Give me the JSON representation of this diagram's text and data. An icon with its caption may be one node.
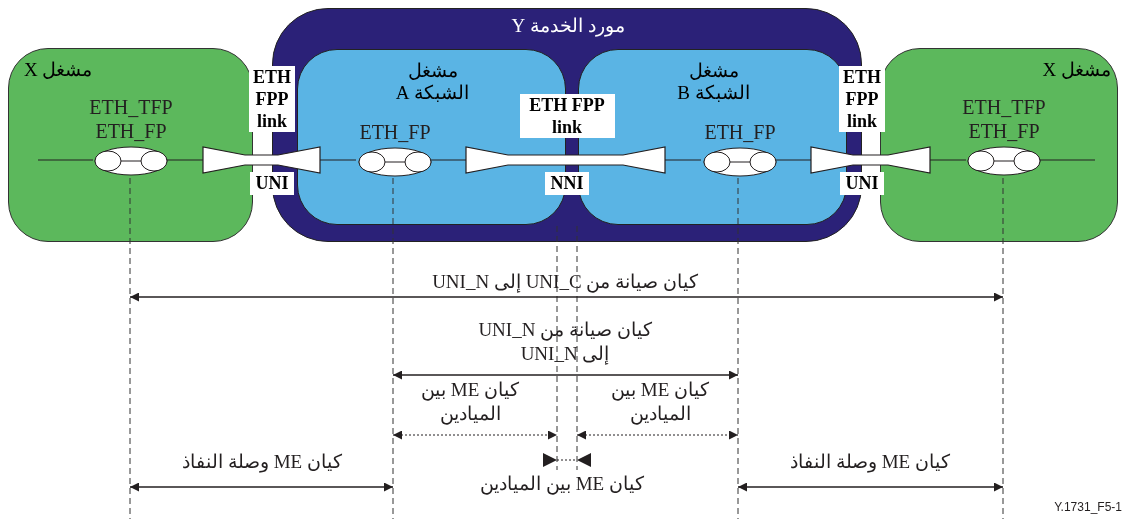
{
  "diagram": {
    "nodes": [
      {
        "text": [
          "مشغل X"
        ]
      },
      {
        "text": [
          "ETH_TFP",
          "ETH_FP"
        ],
        "in": 0
      },
      {
        "text": [
          "مورد الخدمة Y"
        ]
      },
      {
        "text": [
          "مشغل الشبكة A"
        ],
        "in": 2
      },
      {
        "text": [
          "ETH_FP"
        ],
        "in": 3
      },
      {
        "text": [
          "مشغل الشبكة B"
        ],
        "in": 2
      },
      {
        "text": [
          "ETH_FP"
        ],
        "in": 5
      },
      {
        "text": [
          "مشغل X"
        ]
      },
      {
        "text": [
          "ETH_TFP",
          "ETH_FP"
        ],
        "in": 7
      }
    ],
    "edges": [
      {
        "from": null,
        "to": 1,
        "arrow": "none"
      },
      {
        "from": 1,
        "to": 4,
        "arrow": "none",
        "label": "ETH FPP link"
      },
      {
        "from": 4,
        "to": 6,
        "arrow": "none",
        "label": "ETH FPP link"
      },
      {
        "from": 6,
        "to": 8,
        "arrow": "none",
        "label": "ETH FPP link"
      },
      {
        "from": 8,
        "to": null,
        "arrow": "none"
      }
    ],
    "labels": [
      "UNI",
      "NNI",
      "UNI",
      "كيان صيانة من UNI_C إلى UNI_N",
      "كيان صيانة من UNI_N إلى UNI_N",
      "كيان ME بين الميادين",
      "كيان ME بين الميادين",
      "كيان ME وصلة النفاذ",
      "كيان ME وصلة النفاذ",
      "كيان ME بين الميادين",
      "Y.1731_F5-1"
    ]
  }
}
